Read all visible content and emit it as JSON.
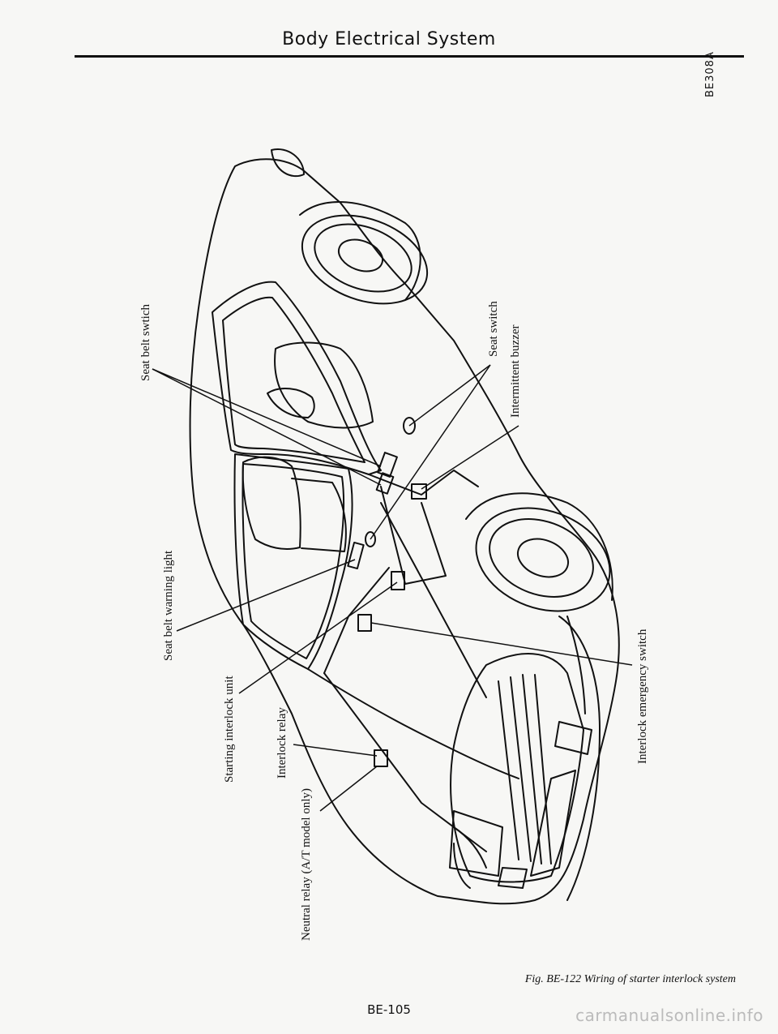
{
  "header": {
    "title": "Body Electrical System"
  },
  "figure": {
    "code": "BE308A",
    "labels": {
      "seat_belt_switch": "Seat belt swtich",
      "seat_belt_warning_light": "Seat belt warning light",
      "starting_interlock_unit": "Starting interlock unit",
      "interlock_relay": "Interlock relay",
      "neutral_relay": "Neutral relay (A/T model only)",
      "seat_switch": "Seat switch",
      "intermittent_buzzer": "Intermittent buzzer",
      "interlock_emergency_switch": "Interlock emergency switch"
    },
    "caption": "Fig. BE-122  Wiring of starter interlock system"
  },
  "footer": {
    "page_number": "BE-105",
    "watermark": "carmanualsonline.info"
  }
}
